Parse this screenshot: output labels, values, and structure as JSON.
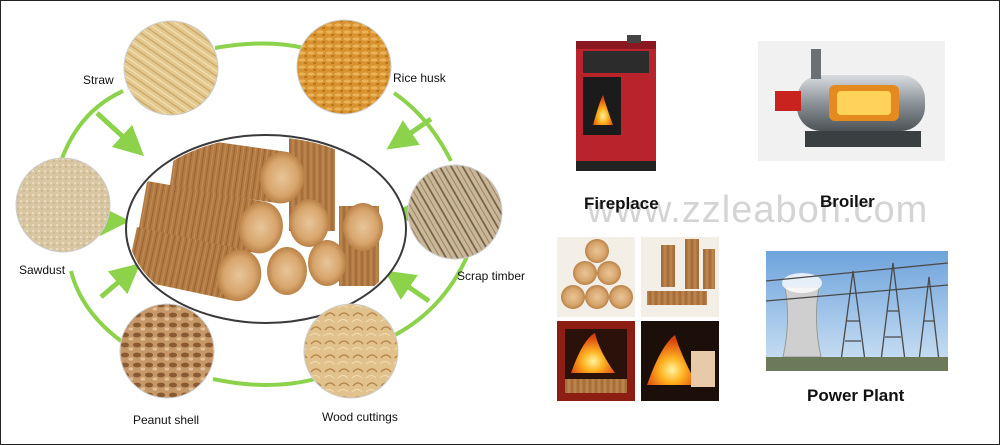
{
  "materials": {
    "straw": "Straw",
    "rice_husk": "Rice husk",
    "sawdust": "Sawdust",
    "scrap_timber": "Scrap timber",
    "peanut_shell": "Peanut shell",
    "wood_cuttings": "Wood cuttings"
  },
  "applications": {
    "fireplace": "Fireplace",
    "broiler": "Broiler",
    "power_plant": "Power Plant"
  },
  "watermark": "www.zzleabon.com",
  "colors": {
    "arrow_green": "#8cd24a",
    "fireplace_red": "#b8232c",
    "briquette_brown": "#b07a45"
  }
}
